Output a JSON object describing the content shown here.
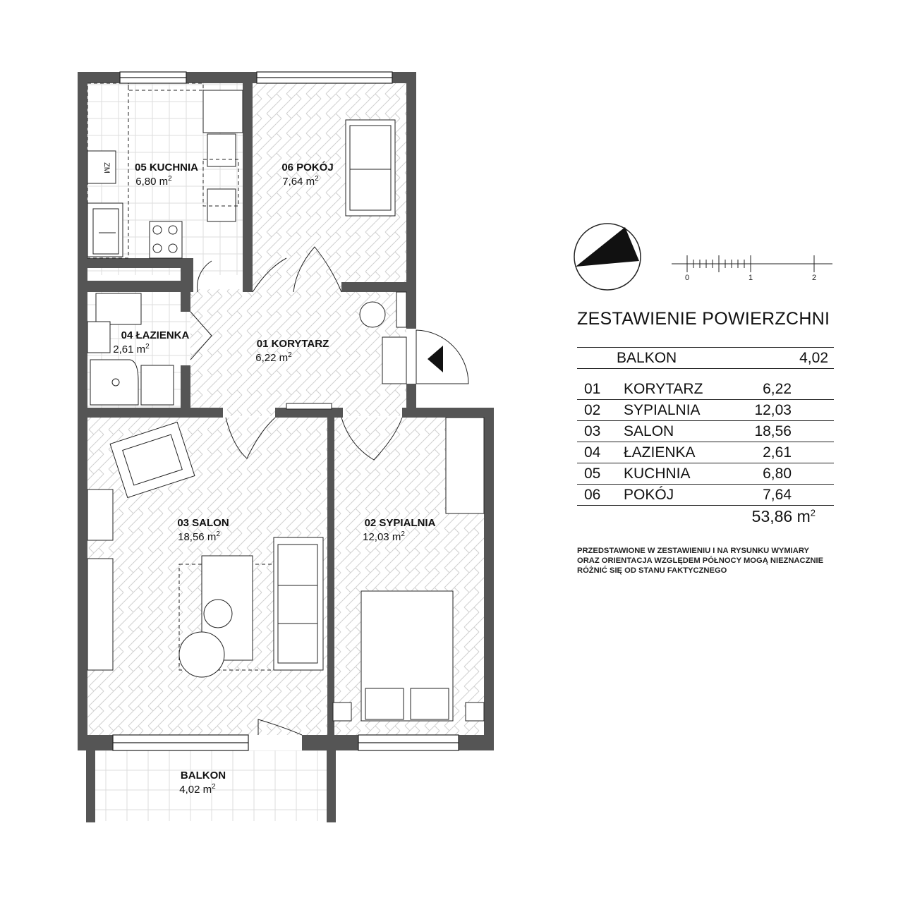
{
  "rooms": {
    "kuchnia": {
      "name": "05 KUCHNIA",
      "area": "6,80 m",
      "unit_exp": "2"
    },
    "pokoj": {
      "name": "06 POKÓJ",
      "area": "7,64 m",
      "unit_exp": "2"
    },
    "lazienka": {
      "name": "04 ŁAZIENKA",
      "area": "2,61 m",
      "unit_exp": "2"
    },
    "korytarz": {
      "name": "01 KORYTARZ",
      "area": "6,22 m",
      "unit_exp": "2"
    },
    "salon": {
      "name": "03 SALON",
      "area": "18,56 m",
      "unit_exp": "2"
    },
    "sypialnia": {
      "name": "02 SYPIALNIA",
      "area": "12,03 m",
      "unit_exp": "2"
    },
    "balkon": {
      "name": "BALKON",
      "area": "4,02 m",
      "unit_exp": "2"
    }
  },
  "fixture_label": "ZM",
  "scale": {
    "ticks": [
      "0",
      "1",
      "2"
    ]
  },
  "summary": {
    "title": "ZESTAWIENIE POWIERZCHNI",
    "balkon": {
      "label": "BALKON",
      "value": "4,02"
    },
    "rows": [
      {
        "num": "01",
        "label": "KORYTARZ",
        "value": "6,22"
      },
      {
        "num": "02",
        "label": "SYPIALNIA",
        "value": "12,03"
      },
      {
        "num": "03",
        "label": "SALON",
        "value": "18,56"
      },
      {
        "num": "04",
        "label": "ŁAZIENKA",
        "value": "2,61"
      },
      {
        "num": "05",
        "label": "KUCHNIA",
        "value": "6,80"
      },
      {
        "num": "06",
        "label": "POKÓJ",
        "value": "7,64"
      }
    ],
    "total": "53,86 m",
    "total_exp": "2",
    "note": "PRZEDSTAWIONE W ZESTAWIENIU I NA RYSUNKU WYMIARY ORAZ ORIENTACJA WZGLĘDEM PÓŁNOCY MOGĄ NIEZNACZNIE RÓŻNIĆ SIĘ OD STANU FAKTYCZNEGO"
  },
  "colors": {
    "wall": "#555555",
    "line": "#222222",
    "floor_pattern": "#cfcfcf",
    "background": "#ffffff"
  }
}
